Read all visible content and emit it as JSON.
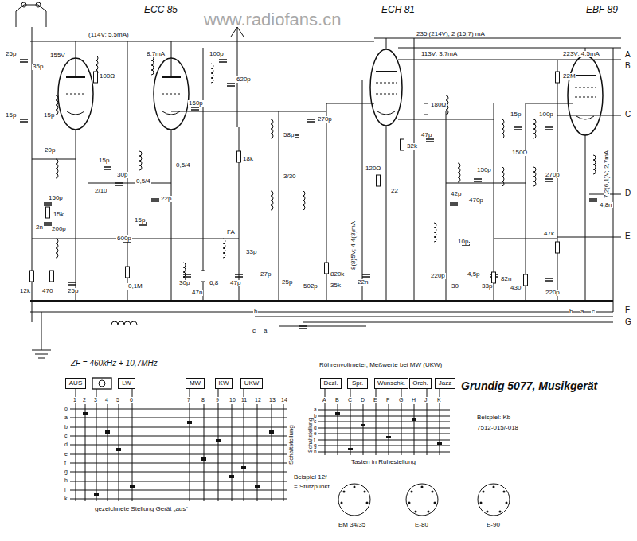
{
  "diagram": {
    "title": "Grundig 5077, Musikgerät",
    "nodes": [
      {
        "text": [
          "AUS"
        ]
      },
      {
        "text": [
          "LW"
        ]
      },
      {
        "text": [
          "MW"
        ]
      },
      {
        "text": [
          "KW"
        ]
      },
      {
        "text": [
          "UKW"
        ]
      },
      {
        "text": [
          "Dezl."
        ]
      },
      {
        "text": [
          "Spr."
        ]
      },
      {
        "text": [
          "Wunschk."
        ]
      },
      {
        "text": [
          "Orch."
        ]
      },
      {
        "text": [
          "Jazz"
        ]
      }
    ],
    "labels": [
      "ECC 85",
      "ECH 81",
      "EBF 89",
      "www.radiofans.cn",
      "(114V; 5,5mA)",
      "155V",
      "8,7mA",
      "100Ω",
      "100p",
      "620p",
      "160p",
      "25p",
      "35p",
      "15p",
      "15p",
      "20p",
      "150p",
      "15k",
      "200p",
      "2n",
      "12k",
      "470",
      "25p",
      "15p",
      "2/10",
      "30p",
      "0,5/4",
      "22p",
      "15p",
      "0,5/4",
      "600p",
      "0,1M",
      "30p",
      "47n",
      "6,8",
      "18k",
      "58p",
      "3/30",
      "270p",
      "FA",
      "33p",
      "47p",
      "27p",
      "25p",
      "502p",
      "820k",
      "35k",
      "22n",
      "235 (214V); 2 (15,7) mA",
      "113V; 3,7mA",
      "180Ω",
      "47p",
      "32k",
      "120Ω",
      "22",
      "8(8)5V; 4,4(3)mA",
      "150p",
      "42p",
      "470p",
      "10p",
      "220p",
      "30",
      "4,5p",
      "33p",
      "82n",
      "15p",
      "150Ω",
      "100p",
      "270p",
      "22M",
      "223V; 4,5mA",
      "7,2(6,1)V; 2,7mA",
      "4,8n",
      "47k",
      "430",
      "220p",
      "A",
      "B",
      "C",
      "D",
      "E",
      "F",
      "G",
      "b",
      "c",
      "a",
      "b",
      "a",
      "c",
      "ZF = 460kHz + 10,7MHz",
      "Röhrenvoltmeter, Meßwerte bei MW (UKW)",
      "gezeichnete Stellung Gerät „aus“",
      "Schaltstellung",
      "Beispiel 12f",
      "= Stützpunkt",
      "Schaltstellung",
      "Tasten in Ruhestellung",
      "Beispiel: Kb",
      "7512-015/-018",
      "EM 34/35",
      "E-80",
      "E-90",
      "1",
      "2",
      "3",
      "4",
      "5",
      "6",
      "7",
      "8",
      "9",
      "10",
      "11",
      "12",
      "13",
      "14",
      "o",
      "a",
      "b",
      "c",
      "d",
      "e",
      "f",
      "g",
      "h",
      "i",
      "k",
      "A",
      "B",
      "C",
      "D",
      "E",
      "F",
      "G",
      "H",
      "J",
      "K",
      "a",
      "b",
      "c",
      "d",
      "e",
      "f",
      "g",
      "h"
    ]
  }
}
